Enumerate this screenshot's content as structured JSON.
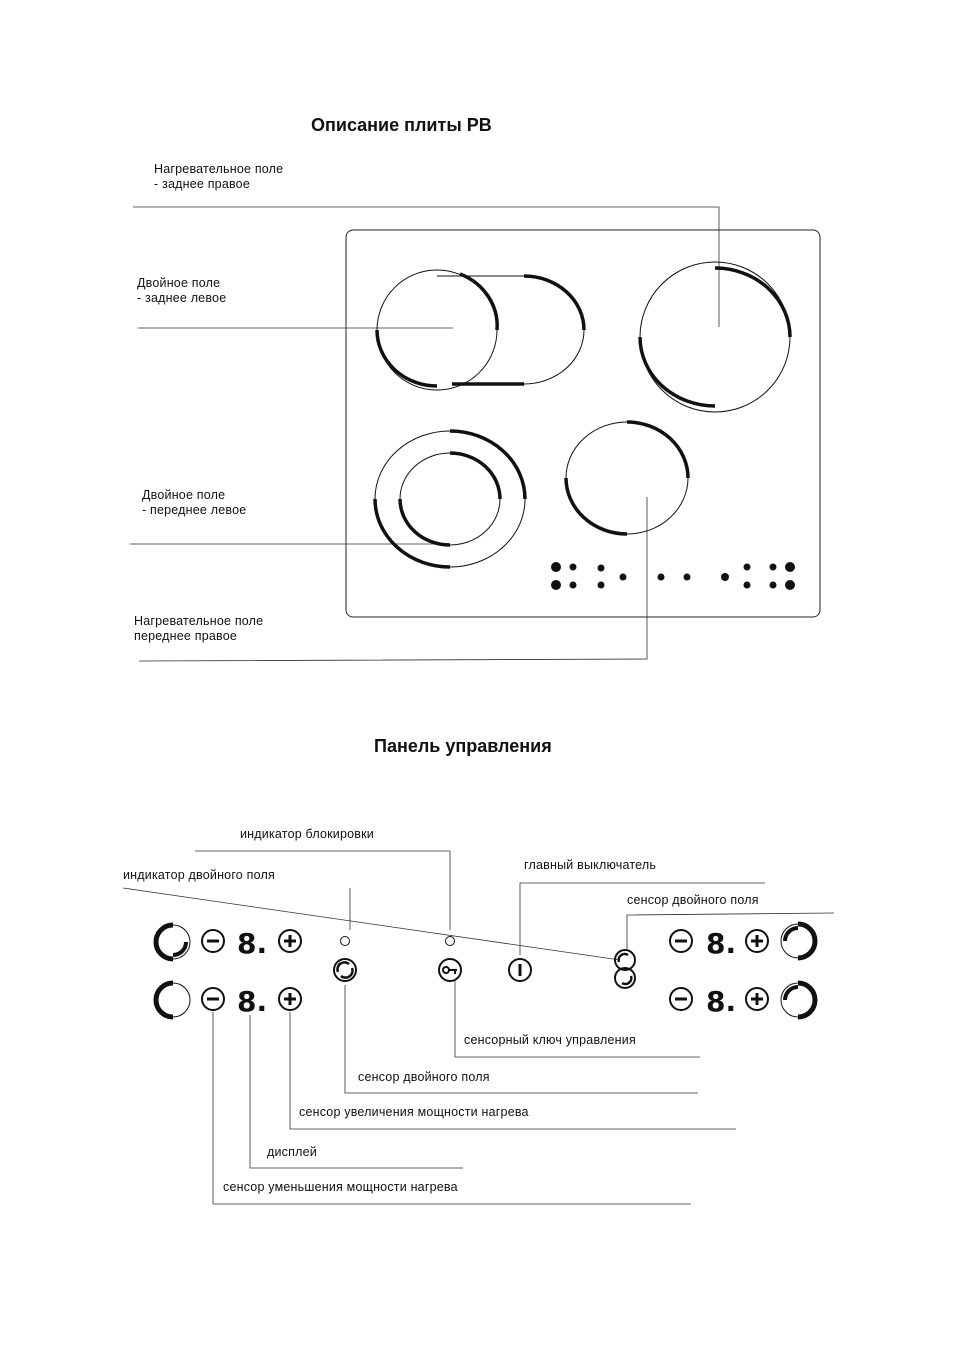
{
  "hob": {
    "title": "Описание плиты РВ",
    "labels": {
      "rear_right_1": "Нагревательное поле",
      "rear_right_2": "- заднее правое",
      "rear_left_1": "Двойное поле",
      "rear_left_2": "- заднее левое",
      "front_left_1": "Двойное поле",
      "front_left_2": "-  переднее левое",
      "front_right_1": "Нагревательное поле",
      "front_right_2": "переднее правое"
    }
  },
  "panel": {
    "title": "Панель управления",
    "callouts": {
      "lock_indicator": "индикатор блокировки",
      "dual_indicator": "индикатор двойного поля",
      "main_switch": "главный выключатель",
      "dual_sensor_right": "сенсор двойного поля",
      "touch_key": "сенсорный ключ управления",
      "dual_sensor": "сенсор двойного поля",
      "power_up_sensor": "сенсор увеличения мощности нагрева",
      "display": "дисплей",
      "power_down_sensor": "сенсор уменьшения мощности нагрева"
    },
    "display_value": "8.",
    "minus_symbol": "−",
    "plus_symbol": "+"
  }
}
